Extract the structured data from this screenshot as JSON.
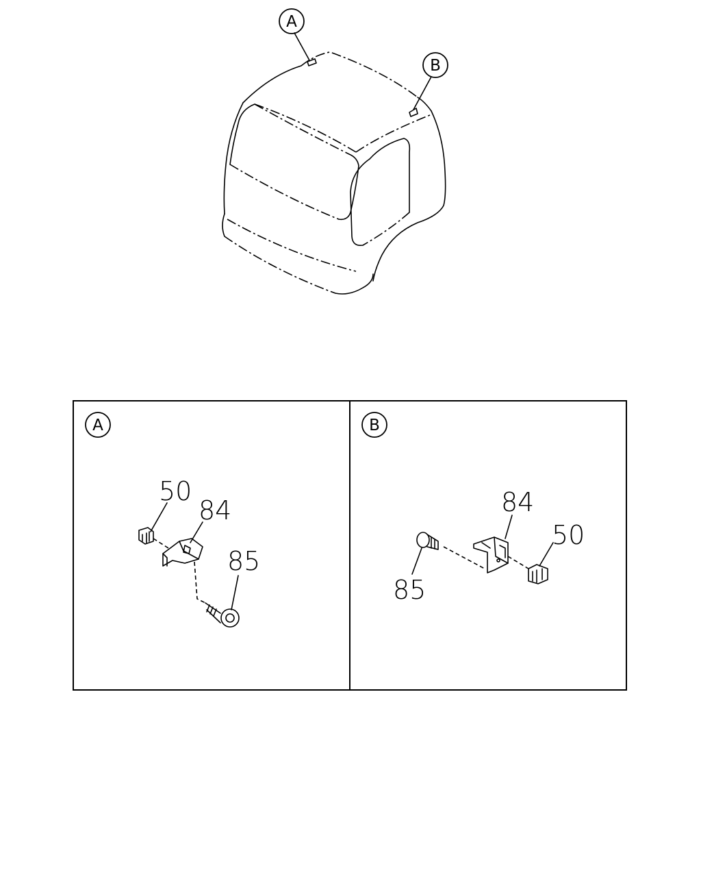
{
  "callouts": {
    "a": "A",
    "b": "B"
  },
  "panels": {
    "a": {
      "letter": "A",
      "parts": {
        "clip": "50",
        "bracket": "84",
        "screw": "85"
      }
    },
    "b": {
      "letter": "B",
      "parts": {
        "clip": "50",
        "bracket": "84",
        "screw": "85"
      }
    }
  }
}
